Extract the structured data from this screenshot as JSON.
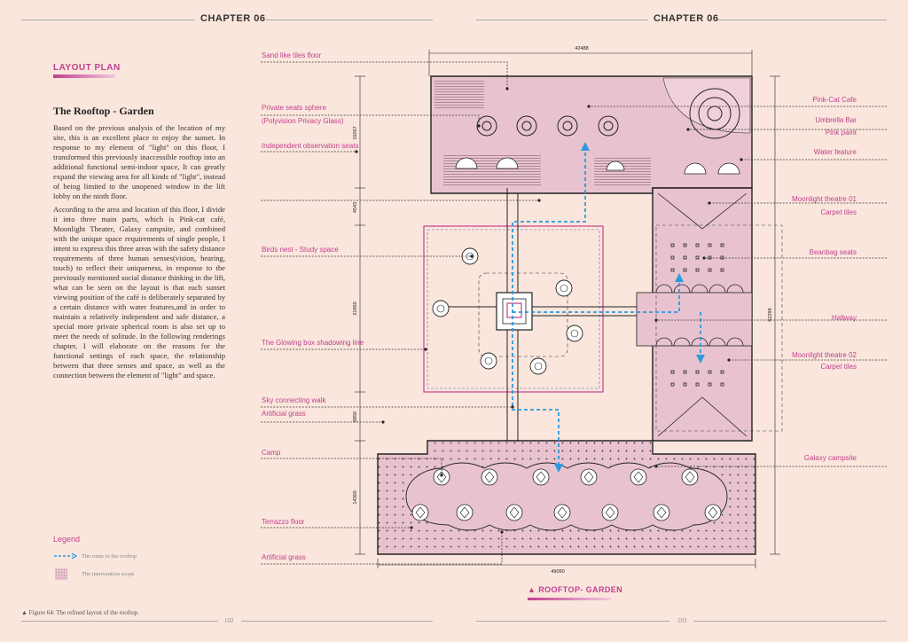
{
  "left_page": {
    "chapter": "CHAPTER 06",
    "section_title": "LAYOUT PLAN",
    "heading": "The Rooftop - Garden",
    "paragraph1": "Based on the previous analysis of the location of my site, this is an excellent place to enjoy the sunset. In response to my element of \"light\" on this floor, I transformed this previously inaccessible rooftop into an additional functional semi-indoor space, It can greatly expand the viewing area for all kinds of \"light\", instead of being limited to the unopened window in the lift lobby on the ninth floor.",
    "paragraph2": "According to the area and location of this floor, I divide it into three main parts, which is Pink-cat café, Moonlight Theater, Galaxy campsite, and combined with the unique space requirements of single people, I intent to express this three areas with the safety distance requirements of three human senses(vision, hearing, touch) to reflect their uniqueness, in response to the previously mentioned social distance thinking in the lift, what can be seen on the layout is that each sunset viewing position of the café is deliberately separated by a certain distance with water features,and in order to maintain a relatively independent and safe distance, a special more private spherical room is also set up to meet the needs of solitude. In the following renderings chapter, I will elaborate on the reasons for the functional settings of each space, the relationship between that three senses and space, as well as the connection between the element of \"light\" and space.",
    "legend": {
      "title": "Legend",
      "route": "The route to the rooftop",
      "scope": "The intervention scope"
    },
    "caption": "▲ Figure 64:  The refined layout of the rooftop.",
    "page_number": "102"
  },
  "right_page": {
    "chapter": "CHAPTER 06",
    "page_number": "103",
    "footer_title": "▲ ROOFTOP- GARDEN",
    "left_labels": [
      "Sand like tiles floor",
      "Private seats sphere",
      "(Polyvision Privacy Glass)",
      "Independent observation seats",
      "Birds nest - Study space",
      "The Glowing box shadowing line",
      "Sky connecting walk",
      "Artificial grass",
      "Camp",
      "Terrazzo floor",
      "Artificial grass"
    ],
    "right_labels": [
      "Pink-Cat  Cafe",
      "Umbrella Bar",
      "Pink paint",
      "Water feature",
      "Moonlight theatre 01",
      "Carpet tiles",
      "Beanbag seats",
      "Hallway",
      "Moonlight theatre 02",
      "Carpet tiles",
      "Galaxy campsite"
    ],
    "dimensions": {
      "top": "42488",
      "bottom": "49090",
      "left": [
        "15057",
        "4543",
        "21850",
        "6850",
        "14300"
      ],
      "right": "62298"
    }
  },
  "colors": {
    "background": "#fae6dc",
    "accent": "#c1408f",
    "fill": "#e8c3cf",
    "route": "#2b9be0"
  }
}
